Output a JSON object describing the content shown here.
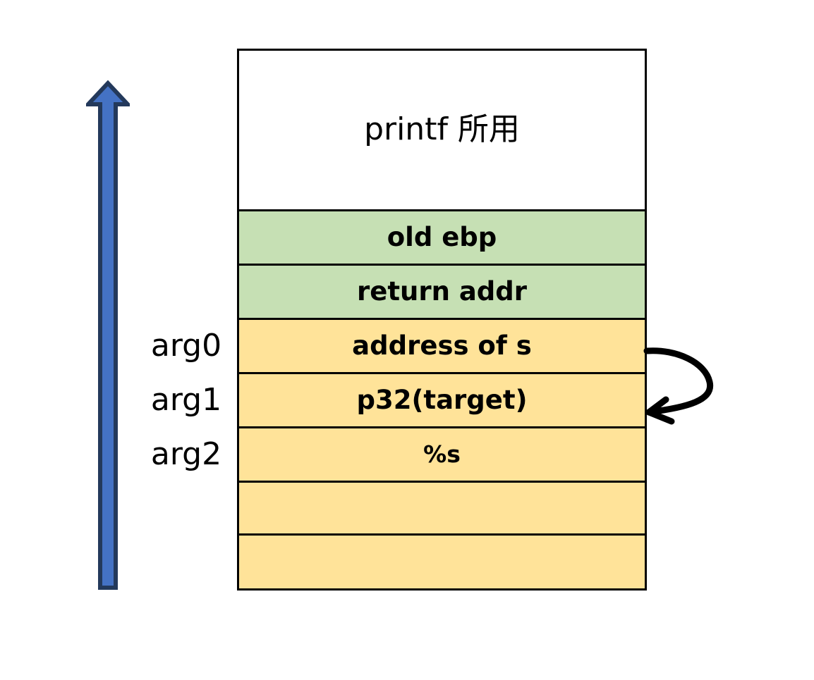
{
  "diagram": {
    "title": "printf stack frame layout",
    "colors": {
      "green_row": "#c6e0b4",
      "yellow_row": "#ffe399",
      "arrow_blue_fill": "#4472c4",
      "arrow_blue_outline": "#23395b",
      "border": "#000000",
      "curve_arrow": "#000000"
    },
    "growth_arrow": {
      "name": "stack-growth-arrow",
      "direction": "up",
      "label": ""
    },
    "pointer_arrow": {
      "name": "format-string-pointer-arrow",
      "from_row": "address of s",
      "to_row": "p32(target)",
      "label": ""
    },
    "rows": [
      {
        "label": "printf 所用",
        "fill": "white",
        "arg": "",
        "bold": false,
        "blank": false
      },
      {
        "label": "old ebp",
        "fill": "green",
        "arg": "",
        "bold": true,
        "blank": false
      },
      {
        "label": "return addr",
        "fill": "green",
        "arg": "",
        "bold": true,
        "blank": false
      },
      {
        "label": "address of s",
        "fill": "yellow",
        "arg": "arg0",
        "bold": true,
        "blank": false
      },
      {
        "label": "p32(target)",
        "fill": "yellow",
        "arg": "arg1",
        "bold": true,
        "blank": false
      },
      {
        "label": "%s",
        "fill": "yellow",
        "arg": "arg2",
        "bold": true,
        "blank": false
      },
      {
        "label": "",
        "fill": "yellow",
        "arg": "",
        "bold": false,
        "blank": true
      },
      {
        "label": "",
        "fill": "yellow",
        "arg": "",
        "bold": false,
        "blank": true
      }
    ]
  }
}
